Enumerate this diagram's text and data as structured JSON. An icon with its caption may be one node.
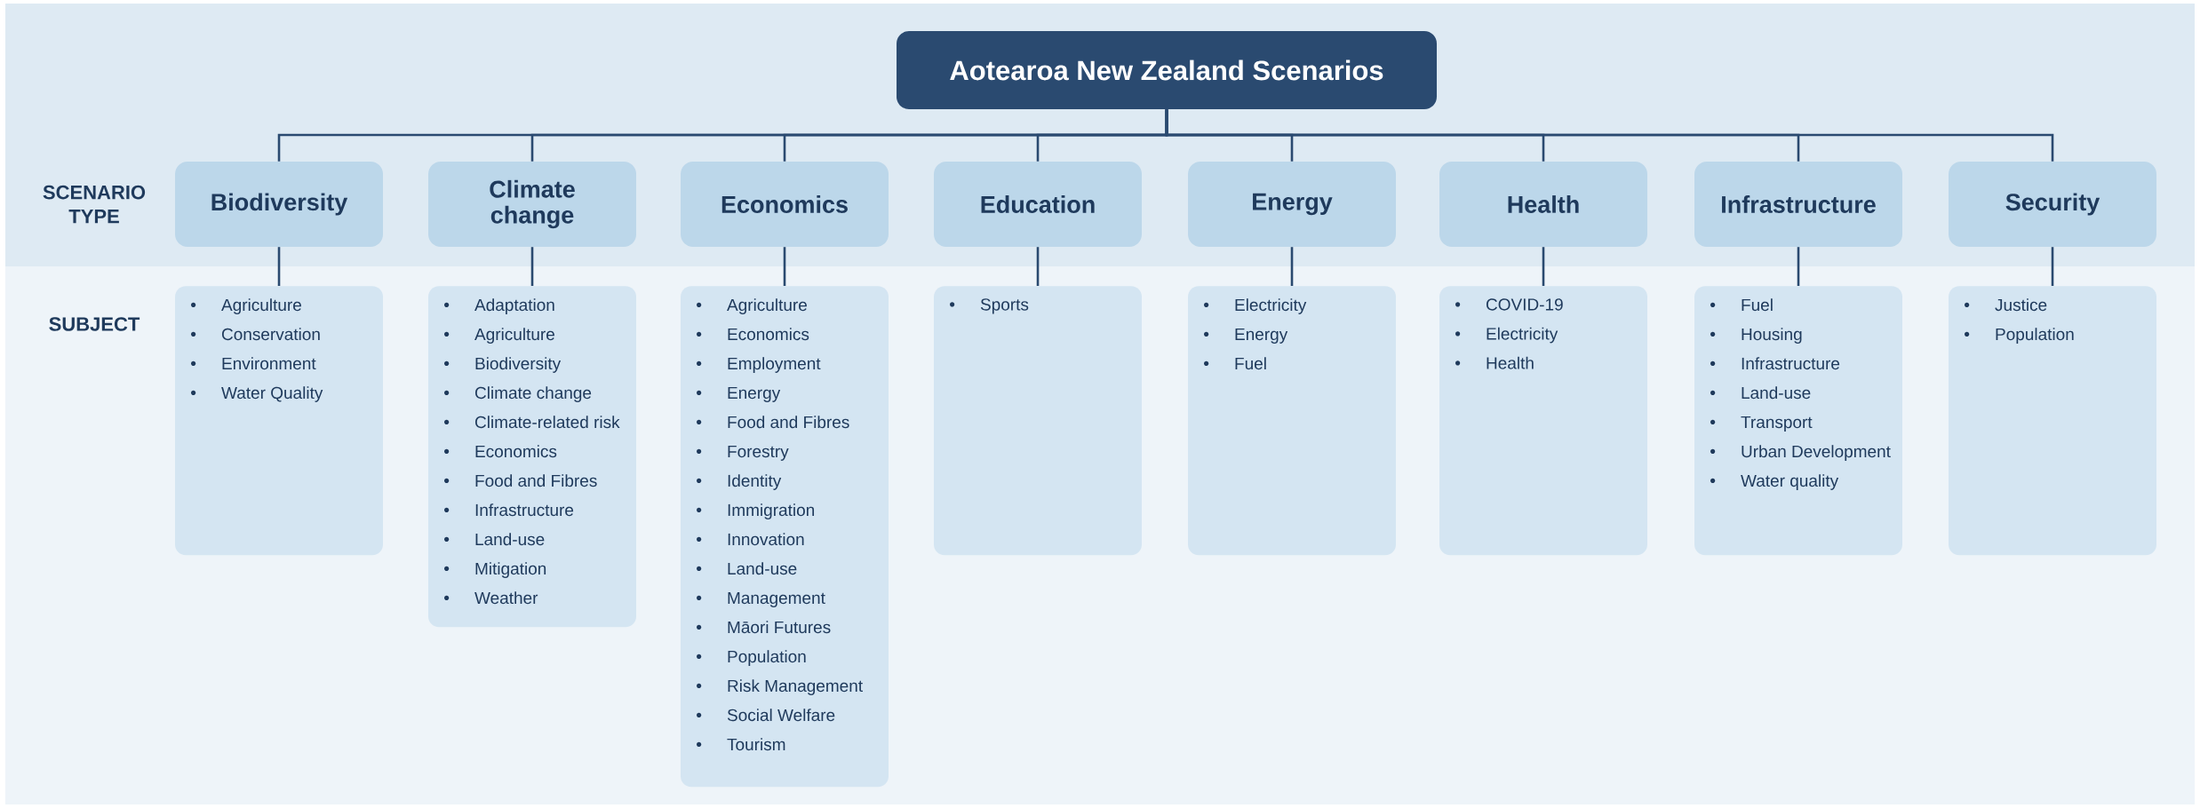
{
  "diagram": {
    "nodes": [
      {
        "text": [
          "Aotearoa New Zealand Scenarios"
        ]
      },
      {
        "text": [
          "Biodiversity"
        ]
      },
      {
        "text": [
          "Climate change"
        ]
      },
      {
        "text": [
          "Economics"
        ]
      },
      {
        "text": [
          "Education"
        ]
      },
      {
        "text": [
          "Energy"
        ]
      },
      {
        "text": [
          "Health"
        ]
      },
      {
        "text": [
          "Infrastructure"
        ]
      },
      {
        "text": [
          "Security"
        ]
      },
      {
        "text": [
          "Agriculture",
          "Conservation",
          "Environment",
          "Water Quality"
        ]
      },
      {
        "text": [
          "Adaptation",
          "Agriculture",
          "Biodiversity",
          "Climate change",
          "Climate-related risk",
          "Economics",
          "Food and Fibres",
          "Infrastructure",
          "Land-use",
          "Mitigation",
          "Weather"
        ]
      },
      {
        "text": [
          "Agriculture",
          "Economics",
          "Employment",
          "Energy",
          "Food and Fibres",
          "Forestry",
          "Identity",
          "Immigration",
          "Innovation",
          "Land-use",
          "Management",
          "Māori Futures",
          "Population",
          "Risk Management",
          "Social Welfare",
          "Tourism"
        ]
      },
      {
        "text": [
          "Sports"
        ]
      },
      {
        "text": [
          "Electricity",
          "Energy",
          "Fuel"
        ]
      },
      {
        "text": [
          "COVID-19",
          "Electricity",
          "Health"
        ]
      },
      {
        "text": [
          "Fuel",
          "Housing",
          "Infrastructure",
          "Land-use",
          "Transport",
          "Urban Development",
          "Water quality"
        ]
      },
      {
        "text": [
          "Justice",
          "Population"
        ]
      }
    ],
    "edges": [
      {
        "from": 0,
        "to": 1,
        "arrow": "none"
      },
      {
        "from": 0,
        "to": 2,
        "arrow": "none"
      },
      {
        "from": 0,
        "to": 3,
        "arrow": "none"
      },
      {
        "from": 0,
        "to": 4,
        "arrow": "none"
      },
      {
        "from": 0,
        "to": 5,
        "arrow": "none"
      },
      {
        "from": 0,
        "to": 6,
        "arrow": "none"
      },
      {
        "from": 0,
        "to": 7,
        "arrow": "none"
      },
      {
        "from": 0,
        "to": 8,
        "arrow": "none"
      },
      {
        "from": 1,
        "to": 9,
        "arrow": "none"
      },
      {
        "from": 2,
        "to": 10,
        "arrow": "none"
      },
      {
        "from": 3,
        "to": 11,
        "arrow": "none"
      },
      {
        "from": 4,
        "to": 12,
        "arrow": "none"
      },
      {
        "from": 5,
        "to": 13,
        "arrow": "none"
      },
      {
        "from": 6,
        "to": 14,
        "arrow": "none"
      },
      {
        "from": 7,
        "to": 15,
        "arrow": "none"
      },
      {
        "from": 8,
        "to": 16,
        "arrow": "none"
      }
    ],
    "labels": [
      "SCENARIO TYPE",
      "SUBJECT"
    ]
  }
}
